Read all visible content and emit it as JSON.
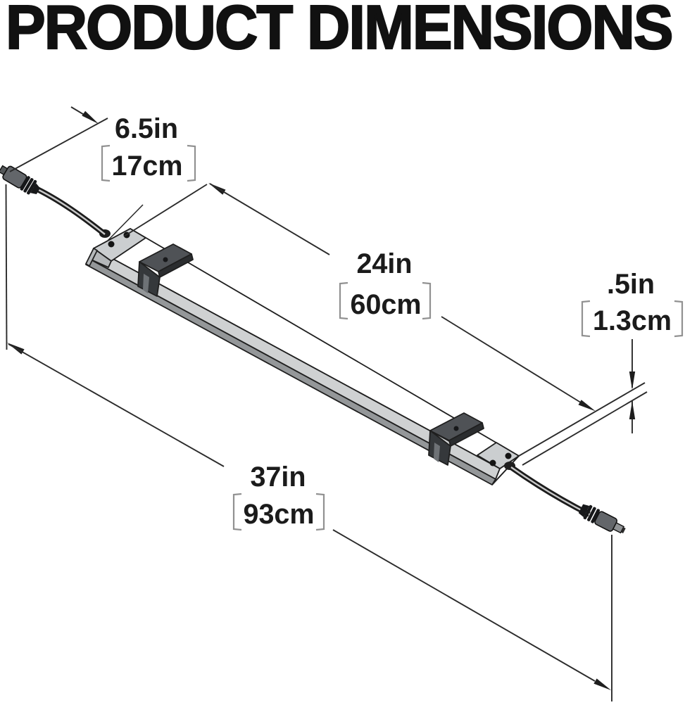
{
  "title": "PRODUCT DIMENSIONS",
  "dimensions": {
    "cable_end": {
      "inches": "6.5in",
      "metric": "17cm"
    },
    "lit_section": {
      "inches": "24in",
      "metric": "60cm"
    },
    "thickness": {
      "inches": ".5in",
      "metric": "1.3cm"
    },
    "overall": {
      "inches": "37in",
      "metric": "93cm"
    }
  },
  "colors": {
    "background": "#ffffff",
    "text": "#1b1b1b",
    "bracket": "#919191",
    "bar_top": "#ffffff",
    "bar_front": "#cfd1d2",
    "bar_bottom": "#949799",
    "end_cap": "#cbced0",
    "clip": "#4f5256",
    "line": "#2b2b2b"
  }
}
